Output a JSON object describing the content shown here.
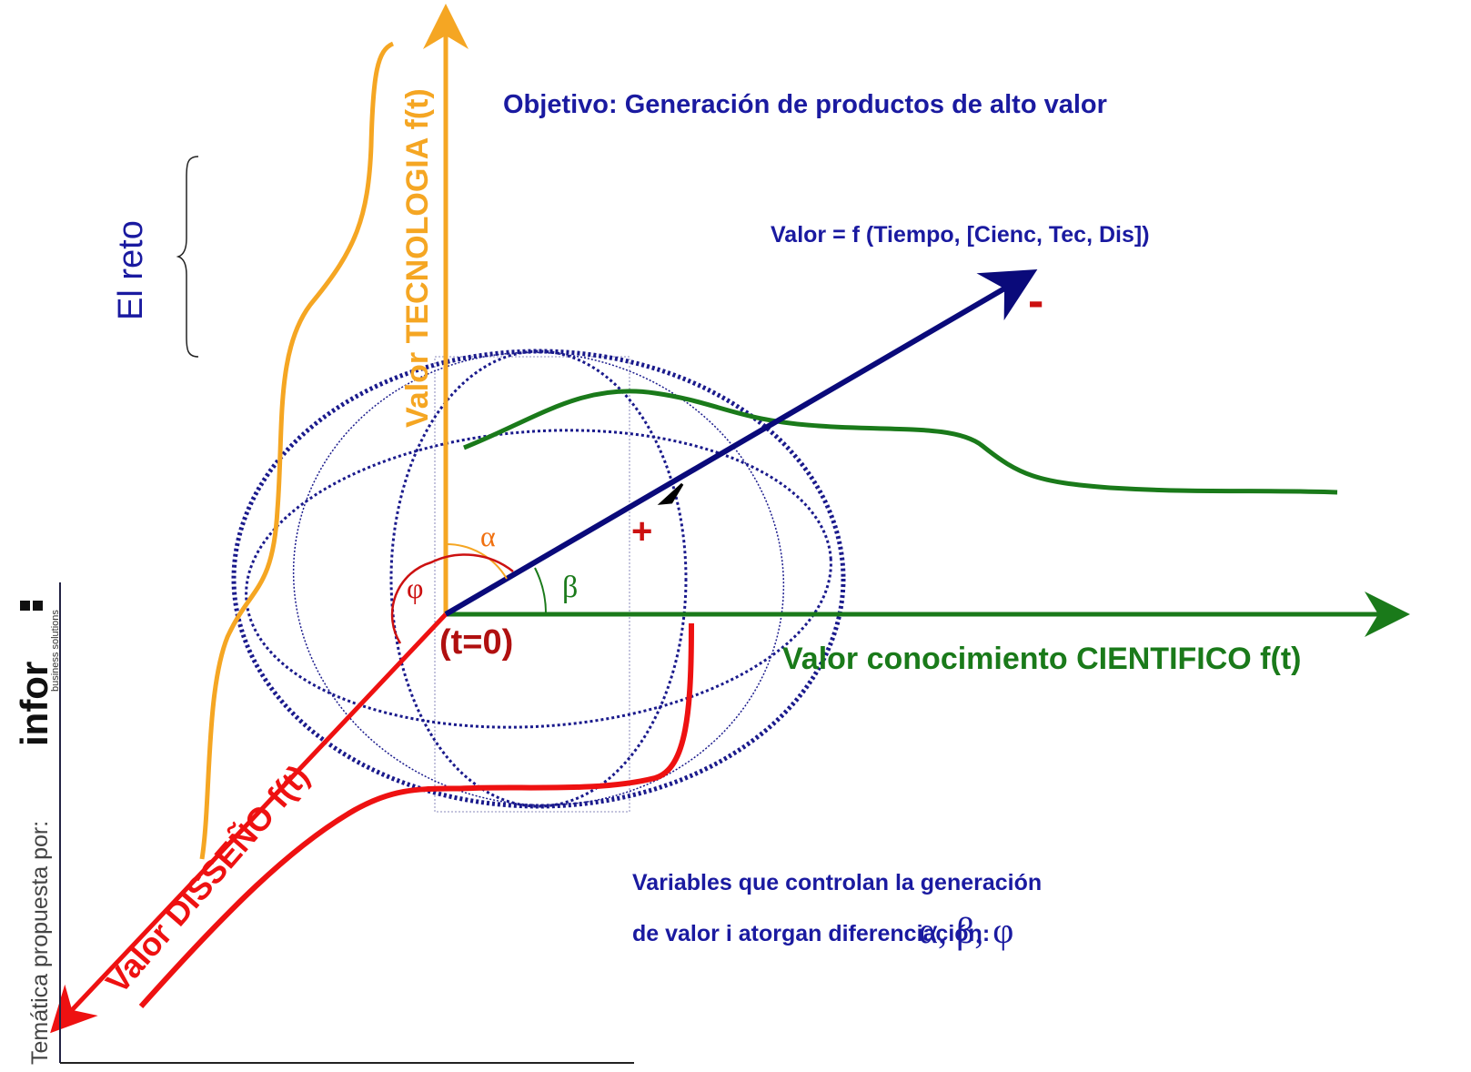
{
  "objective": "Objetivo: Generación de productos de alto valor",
  "value_formula": "Valor = f (Tiempo, [Cienc, Tec, Dis])",
  "minus_sign": "-",
  "plus_sign": "+",
  "challenge_label": "El reto",
  "axes": {
    "technology": "Valor TECNOLOGIA f(t)",
    "scientific": "Valor conocimiento CIENTIFICO  f(t)",
    "design": "Valor DISSEÑO f(t)"
  },
  "origin_label": "(t=0)",
  "angles": {
    "alpha": "α",
    "beta": "β",
    "phi": "φ"
  },
  "variables": {
    "line1": "Variables que controlan la generación",
    "line2": "de valor i atorgan diferenciación:",
    "symbols": "α, β, φ"
  },
  "proposed_by": "Temática propuesta por:",
  "logo": {
    "name": "infor",
    "tagline": "business solutions"
  },
  "colors": {
    "technology": "#f5a623",
    "scientific": "#1a7a1a",
    "design": "#ee1111",
    "value_vector": "#0a0a7a",
    "sphere": "#1a1a8c",
    "text_blue": "#1a1aa0",
    "dark_red": "#b01010"
  }
}
